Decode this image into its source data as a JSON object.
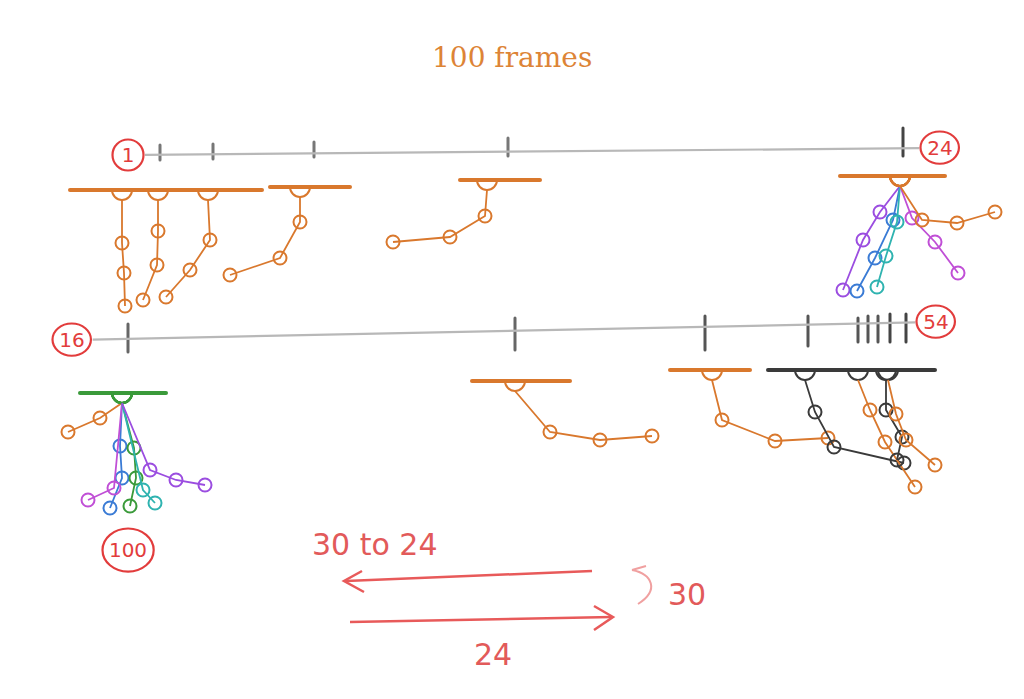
{
  "diagram": {
    "title": "100 frames",
    "nodes": [
      {
        "text": [
          "1"
        ]
      },
      {
        "text": [
          "24"
        ]
      },
      {
        "text": [
          "16"
        ]
      },
      {
        "text": [
          "54"
        ]
      },
      {
        "text": [
          "100"
        ]
      }
    ],
    "edges": [
      {
        "from": 0,
        "to": 1,
        "arrow": "none"
      },
      {
        "from": 2,
        "to": 3,
        "arrow": "none"
      }
    ],
    "labels": [
      "30 to 24",
      "30",
      "24"
    ]
  }
}
